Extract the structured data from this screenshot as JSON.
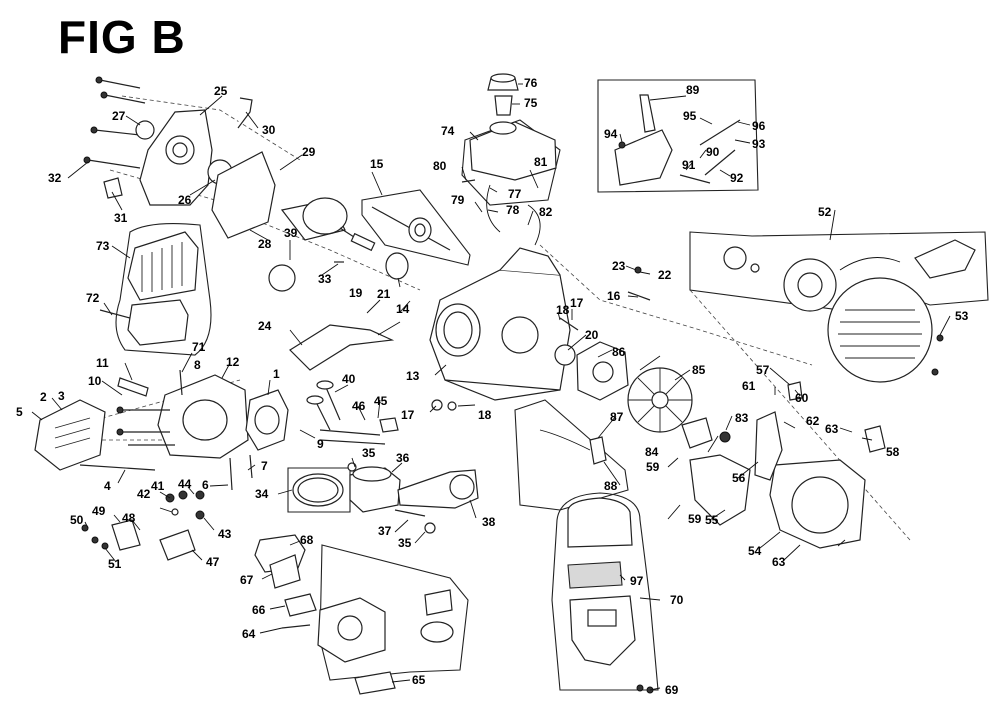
{
  "figure": {
    "title": "FIG B"
  },
  "callouts": [
    "1",
    "2",
    "3",
    "4",
    "5",
    "6",
    "7",
    "8",
    "9",
    "10",
    "11",
    "12",
    "13",
    "14",
    "15",
    "16",
    "17",
    "17",
    "18",
    "18",
    "19",
    "20",
    "21",
    "22",
    "23",
    "24",
    "25",
    "26",
    "27",
    "28",
    "29",
    "30",
    "31",
    "32",
    "33",
    "34",
    "35",
    "35",
    "36",
    "37",
    "38",
    "39",
    "40",
    "41",
    "42",
    "43",
    "44",
    "45",
    "46",
    "47",
    "48",
    "49",
    "50",
    "51",
    "52",
    "53",
    "54",
    "55",
    "56",
    "57",
    "58",
    "59",
    "59",
    "60",
    "61",
    "62",
    "63",
    "63",
    "64",
    "65",
    "66",
    "67",
    "68",
    "69",
    "70",
    "71",
    "72",
    "73",
    "74",
    "75",
    "76",
    "77",
    "78",
    "79",
    "80",
    "81",
    "82",
    "83",
    "84",
    "85",
    "86",
    "87",
    "88",
    "89",
    "90",
    "91",
    "92",
    "93",
    "94",
    "95",
    "96",
    "97"
  ]
}
